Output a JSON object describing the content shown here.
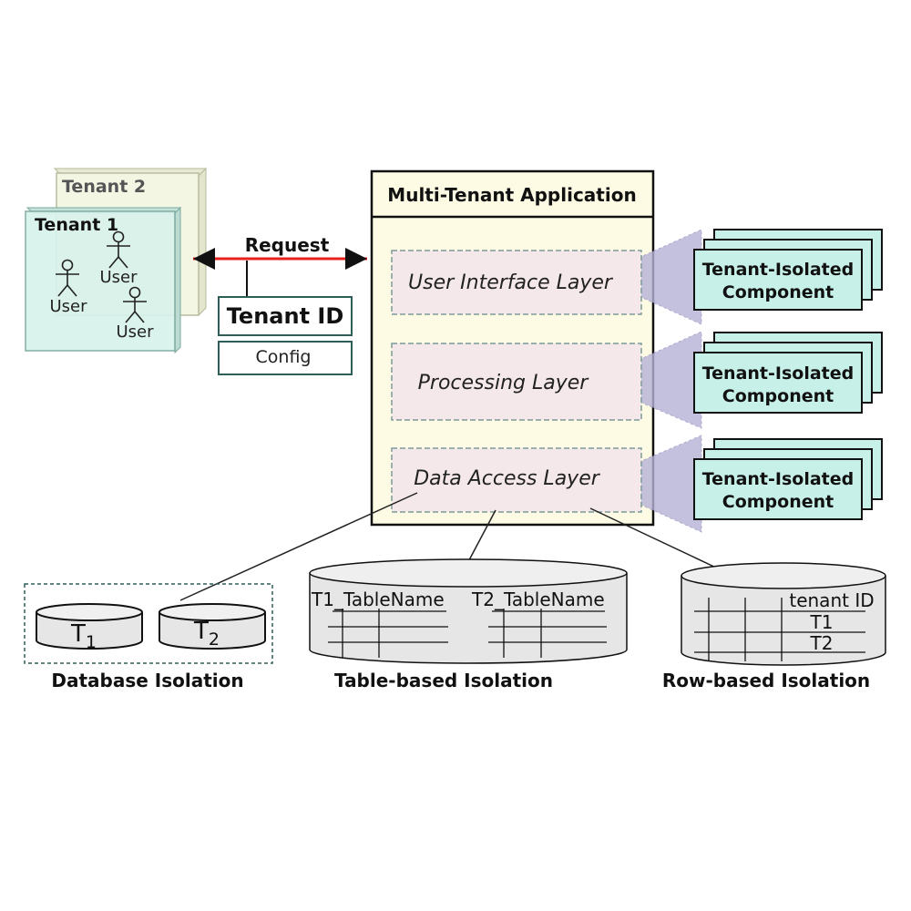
{
  "tenants": {
    "tenant2_label": "Tenant 2",
    "tenant1_label": "Tenant 1",
    "user_label": "User"
  },
  "request": {
    "label": "Request",
    "tenant_id_label": "Tenant ID",
    "config_label": "Config"
  },
  "app": {
    "title": "Multi-Tenant Application",
    "layers": [
      {
        "label": "User Interface Layer"
      },
      {
        "label": "Processing Layer"
      },
      {
        "label": "Data Access Layer"
      }
    ],
    "component_label_line1": "Tenant-Isolated",
    "component_label_line2": "Component"
  },
  "isolation": {
    "database": {
      "caption": "Database Isolation",
      "db1_letter": "T",
      "db1_sub": "1",
      "db2_letter": "T",
      "db2_sub": "2"
    },
    "table": {
      "caption": "Table-based Isolation",
      "table1_name": "T1_TableName",
      "table2_name": "T2_TableName"
    },
    "row": {
      "caption": "Row-based Isolation",
      "column_header": "tenant ID",
      "row1": "T1",
      "row2": "T2"
    }
  },
  "colors": {
    "tenant_fill": "#d9f2ec",
    "tenant2_fill": "#f4f6e4",
    "app_fill": "#fdfbe4",
    "layer_fill": "#f4e8ea",
    "component_fill": "#c7f0e8",
    "arrow_red": "#e8201c",
    "funnel": "#b6b2d8",
    "db_fill": "#e6e6e6"
  }
}
